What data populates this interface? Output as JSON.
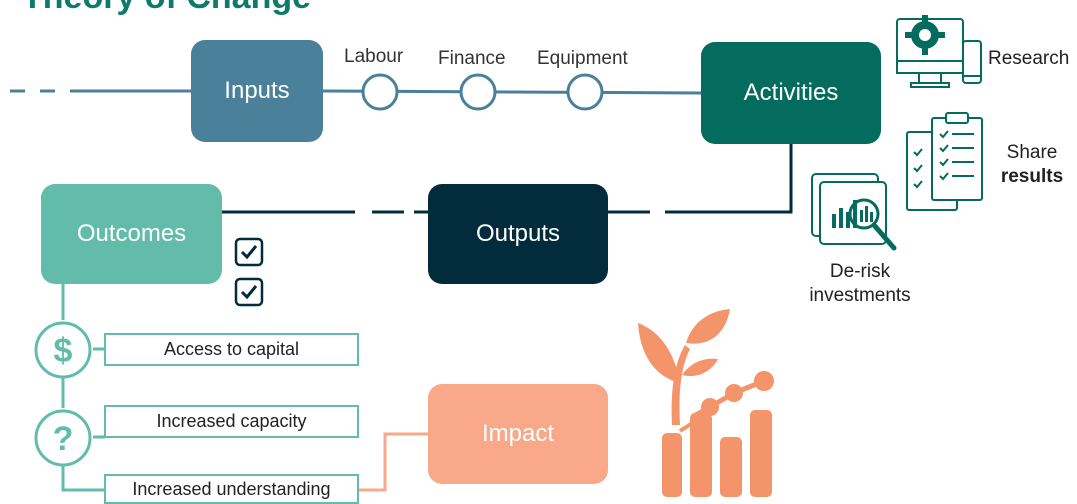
{
  "title": "Theory of Change",
  "boxes": {
    "inputs": "Inputs",
    "activities": "Activities",
    "outcomes": "Outcomes",
    "outputs": "Outputs",
    "impact": "Impact"
  },
  "input_nodes": [
    "Labour",
    "Finance",
    "Equipment"
  ],
  "activity_results": {
    "research": "Research",
    "share_line1": "Share",
    "share_line2": "results",
    "derisk_line1": "De-risk",
    "derisk_line2": "investments"
  },
  "outcome_items": [
    "Access to capital",
    "Increased capacity",
    "Increased understanding"
  ],
  "colors": {
    "inputs": "#4a8099",
    "activities": "#046c5e",
    "outcomes": "#63bcaa",
    "outputs": "#022b3b",
    "impact": "#f9a98a",
    "title": "#0e7a6b"
  },
  "icons": [
    "gear-monitor-icon",
    "clipboard-checklist-icon",
    "magnifier-chart-icon",
    "checkbox-icon",
    "dollar-icon",
    "question-icon",
    "plant-growth-chart-icon"
  ]
}
